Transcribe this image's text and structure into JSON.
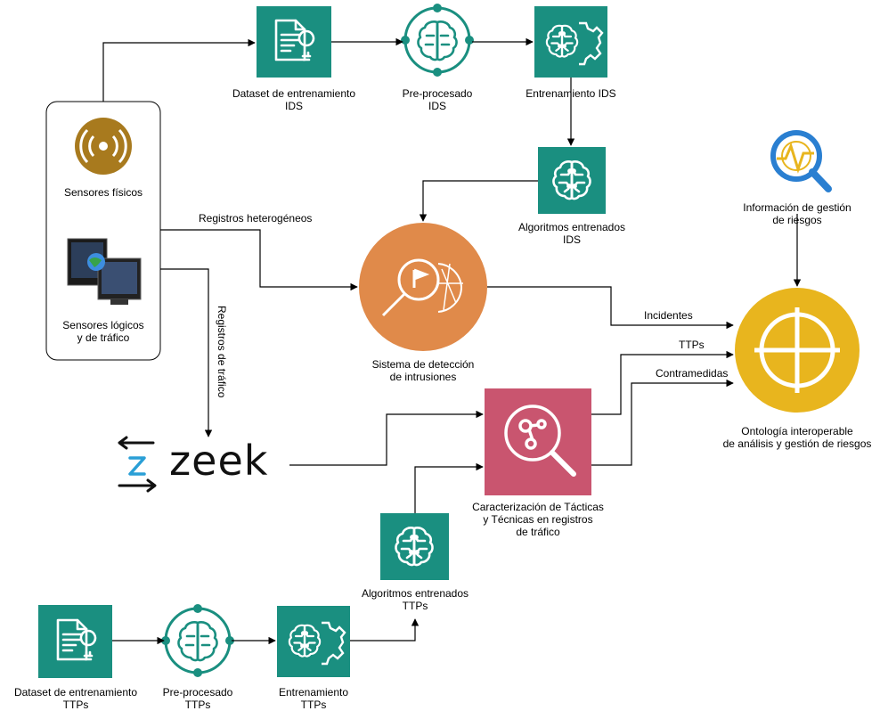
{
  "colors": {
    "teal": "#1a8f80",
    "orange": "#e08a4a",
    "pink": "#c9556f",
    "yellow": "#e8b51e",
    "gold": "#a87a1e",
    "zeek_blue": "#2a9fd6"
  },
  "nodes": {
    "dataset_ids": {
      "label": "Dataset de entrenamiento\nIDS",
      "icon": "dataset-icon"
    },
    "preproc_ids": {
      "label": "Pre-procesado\nIDS",
      "icon": "brain-cycle-icon"
    },
    "train_ids": {
      "label": "Entrenamiento IDS",
      "icon": "brain-gear-icon"
    },
    "algos_ids": {
      "label": "Algoritmos entrenados\nIDS",
      "icon": "brain-circuit-icon"
    },
    "sensors_phys": {
      "label": "Sensores físicos",
      "icon": "antenna-icon"
    },
    "sensors_log": {
      "label": "Sensores lógicos\ny de tráfico",
      "icon": "monitors-icon"
    },
    "ids_system": {
      "label": "Sistema de detección\nde intrusiones",
      "icon": "magnifier-flag-icon"
    },
    "risk_info": {
      "label": "Información de gestión\nde riesgos",
      "icon": "risk-search-icon"
    },
    "ontology": {
      "label": "Ontología interoperable\nde análisis y gestión de riesgos",
      "icon": "crosshair-icon"
    },
    "zeek": {
      "label": "zeek",
      "icon": "zeek-logo-icon"
    },
    "ttp_char": {
      "label": "Caracterización de Tácticas\ny Técnicas en registros\nde tráfico",
      "icon": "magnifier-molecule-icon"
    },
    "algos_ttps": {
      "label": "Algoritmos entrenados\nTTPs",
      "icon": "brain-circuit-icon"
    },
    "dataset_ttps": {
      "label": "Dataset de entrenamiento\nTTPs",
      "icon": "dataset-icon"
    },
    "preproc_ttps": {
      "label": "Pre-procesado\nTTPs",
      "icon": "brain-cycle-icon"
    },
    "train_ttps": {
      "label": "Entrenamiento\nTTPs",
      "icon": "brain-gear-icon"
    }
  },
  "edges": {
    "heterogeneos": "Registros heterogéneos",
    "trafico": "Registros de tráfico",
    "incidentes": "Incidentes",
    "ttps": "TTPs",
    "contramedidas": "Contramedidas"
  }
}
